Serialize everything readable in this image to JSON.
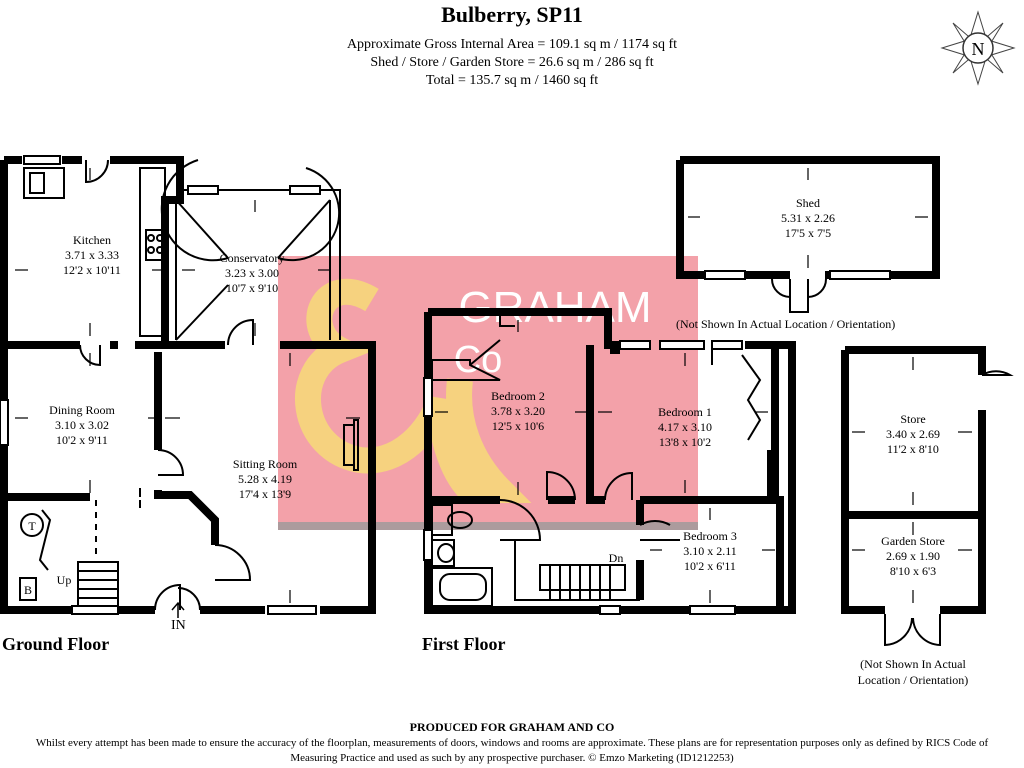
{
  "header": {
    "title": "Bulberry, SP11",
    "area_lines": [
      "Approximate Gross Internal Area = 109.1 sq m / 1174 sq ft",
      "Shed / Store / Garden Store = 26.6 sq m / 286 sq ft",
      "Total = 135.7 sq m / 1460 sq ft"
    ],
    "compass_letter": "N"
  },
  "watermark": {
    "brand_line1": "GRAHAM",
    "brand_line2": "Co",
    "color": "#f08c96"
  },
  "ground_floor": {
    "label": "Ground Floor",
    "entrance": "IN",
    "stairs": "Up",
    "boiler": "T",
    "meter": "B",
    "rooms": [
      {
        "name": "Kitchen",
        "metric": "3.71 x 3.33",
        "imperial": "12'2 x 10'11"
      },
      {
        "name": "Conservatory",
        "metric": "3.23 x 3.00",
        "imperial": "10'7 x 9'10"
      },
      {
        "name": "Dining Room",
        "metric": "3.10 x 3.02",
        "imperial": "10'2 x 9'11"
      },
      {
        "name": "Sitting Room",
        "metric": "5.28 x 4.19",
        "imperial": "17'4 x 13'9"
      }
    ]
  },
  "first_floor": {
    "label": "First Floor",
    "stairs": "Dn",
    "rooms": [
      {
        "name": "Bedroom 2",
        "metric": "3.78 x 3.20",
        "imperial": "12'5 x 10'6"
      },
      {
        "name": "Bedroom 1",
        "metric": "4.17 x 3.10",
        "imperial": "13'8 x 10'2"
      },
      {
        "name": "Bedroom 3",
        "metric": "3.10 x 2.11",
        "imperial": "10'2 x 6'11"
      }
    ]
  },
  "outbuildings": {
    "shed": {
      "name": "Shed",
      "metric": "5.31 x 2.26",
      "imperial": "17'5 x 7'5"
    },
    "shed_note": "(Not Shown In Actual Location / Orientation)",
    "store": {
      "name": "Store",
      "metric": "3.40 x 2.69",
      "imperial": "11'2 x 8'10"
    },
    "garden_store": {
      "name": "Garden Store",
      "metric": "2.69 x 1.90",
      "imperial": "8'10 x 6'3"
    },
    "store_note_line1": "(Not Shown In Actual",
    "store_note_line2": "Location / Orientation)"
  },
  "footer": {
    "heading": "PRODUCED FOR GRAHAM AND CO",
    "disclaimer": "Whilst every attempt has been made to ensure the accuracy of the floorplan, measurements of doors, windows and rooms are approximate. These plans are for representation purposes only as defined by RICS Code of Measuring Practice and used as such by any prospective purchaser. © Emzo Marketing (ID1212253)"
  }
}
